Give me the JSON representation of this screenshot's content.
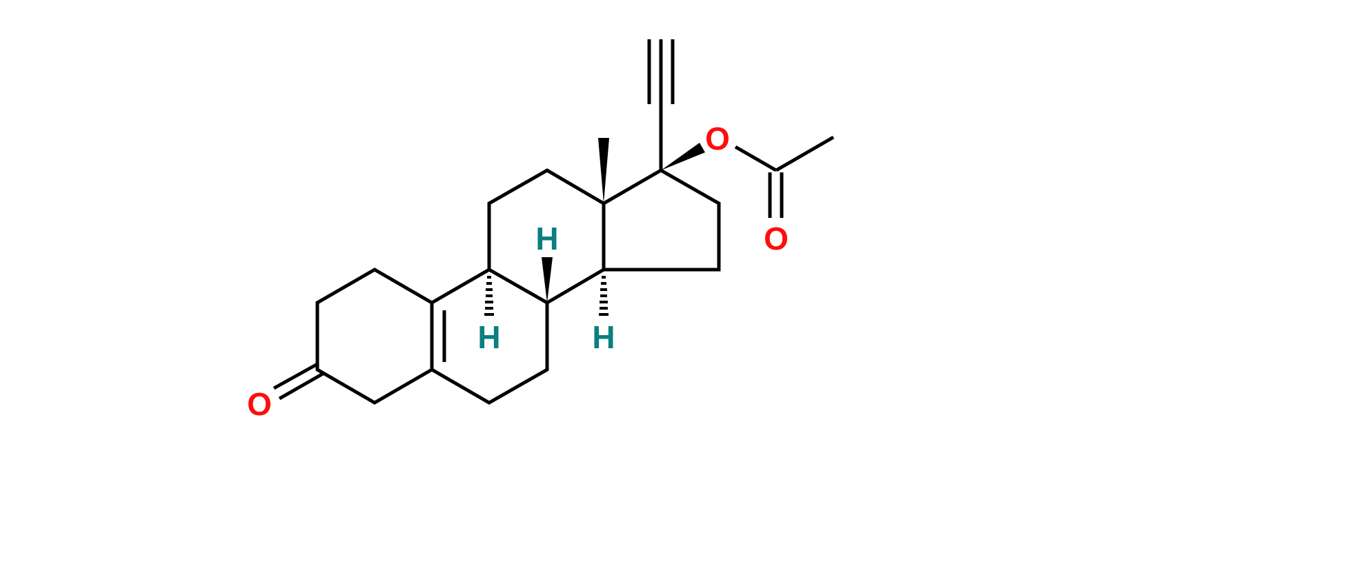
{
  "molecule": {
    "atoms": {
      "ketone_oxygen": "O",
      "ester_oxygen": "O",
      "carbonyl_oxygen": "O",
      "h_c8": "H",
      "h_c9": "H",
      "h_c14": "H"
    },
    "colors": {
      "oxygen": "#ff0d0d",
      "hydrogen": "#0a7f7f",
      "bond": "#000000"
    }
  }
}
